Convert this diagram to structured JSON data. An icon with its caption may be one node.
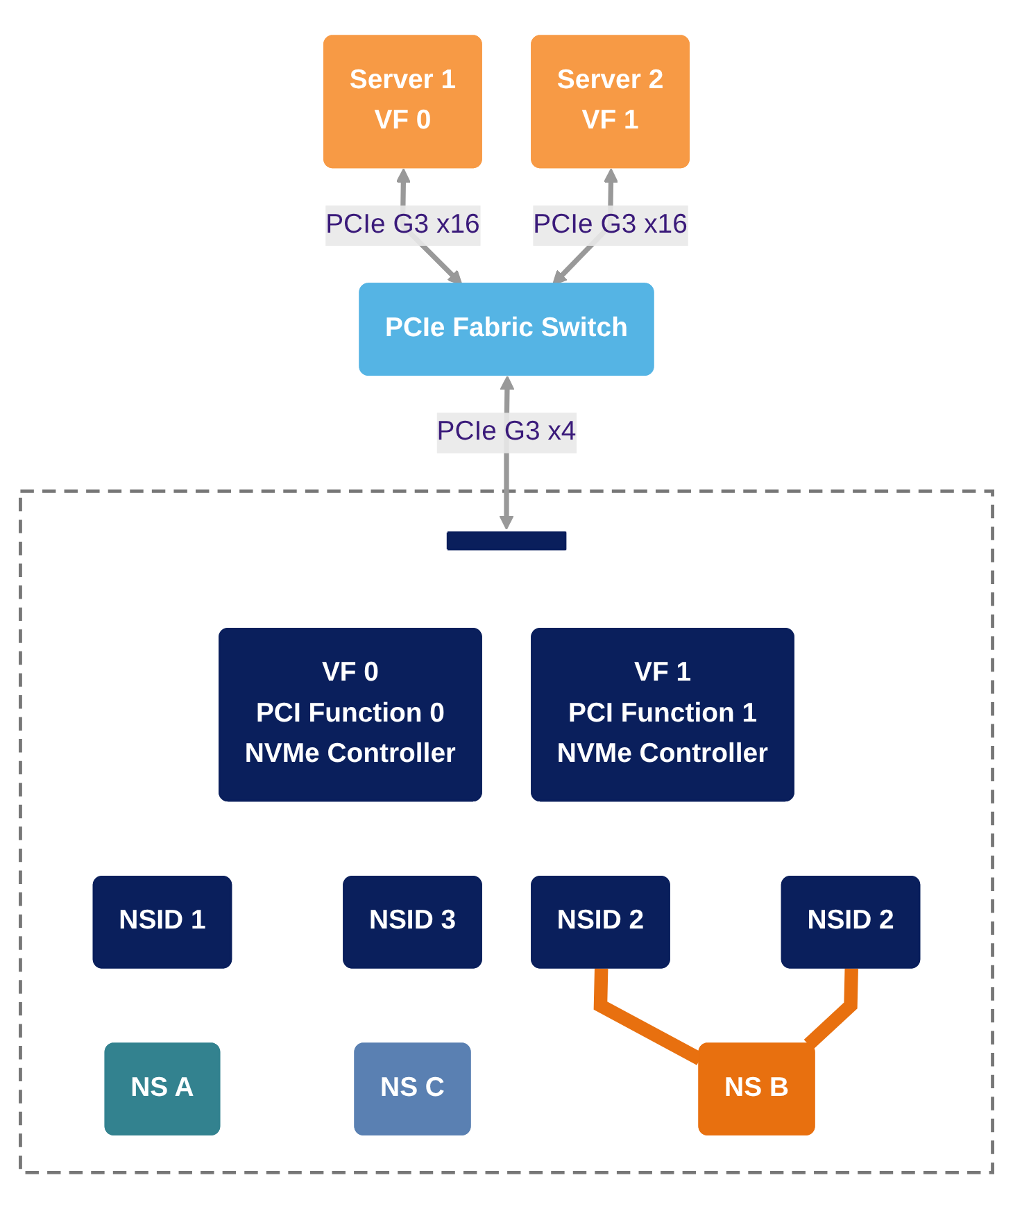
{
  "diagram": {
    "nodes": [
      {
        "text": [
          "Server 1",
          "VF 0"
        ]
      },
      {
        "text": [
          "Server 2",
          "VF 1"
        ]
      },
      {
        "text": [
          "PCIe Fabric Switch"
        ]
      },
      {
        "text": [],
        "shape": "box"
      },
      {
        "text": [],
        "shape": "bar",
        "in": 3
      },
      {
        "text": [
          "VF 0",
          "PCI Function 0",
          "NVMe Controller"
        ],
        "in": 3
      },
      {
        "text": [
          "VF 1",
          "PCI Function 1",
          "NVMe Controller"
        ],
        "in": 3
      },
      {
        "text": [
          "NSID 1"
        ],
        "in": 3
      },
      {
        "text": [
          "NSID 2"
        ],
        "in": 3
      },
      {
        "text": [
          "NSID 3"
        ],
        "in": 3
      },
      {
        "text": [
          "NSID 2"
        ],
        "in": 3
      },
      {
        "text": [
          "NS A"
        ],
        "in": 3
      },
      {
        "text": [
          "NS C"
        ],
        "in": 3
      },
      {
        "text": [
          "NS B"
        ],
        "in": 3
      }
    ],
    "edges": [
      {
        "from": 0,
        "to": 2,
        "arrow": "both",
        "label": "PCIe G3 x16"
      },
      {
        "from": 1,
        "to": 2,
        "arrow": "both",
        "label": "PCIe G3 x16"
      },
      {
        "from": 2,
        "to": 4,
        "arrow": "both",
        "label": "PCIe G3 x4"
      },
      {
        "from": 8,
        "to": 13,
        "arrow": "none",
        "style": "thick",
        "color": "#e8700f"
      },
      {
        "from": 10,
        "to": 13,
        "arrow": "none",
        "style": "thick",
        "color": "#e8700f"
      }
    ]
  }
}
